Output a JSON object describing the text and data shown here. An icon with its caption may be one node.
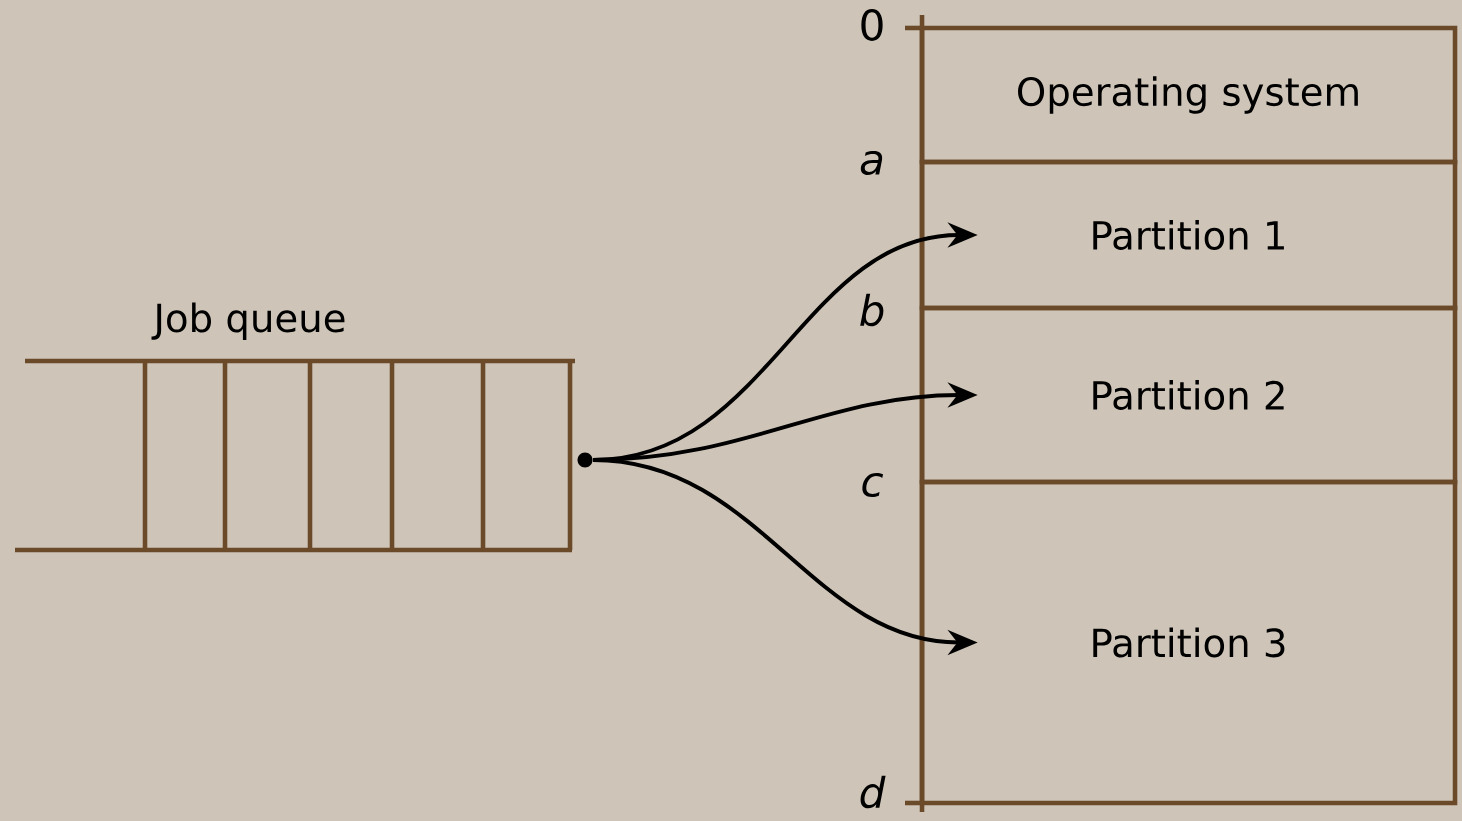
{
  "diagram": {
    "nodes": [
      {
        "text": [
          "Job queue"
        ]
      },
      {
        "text": [],
        "shape": "circle"
      },
      {
        "text": [
          "Operating system"
        ]
      },
      {
        "text": [
          "Partition 1"
        ]
      },
      {
        "text": [
          "Partition 2"
        ]
      },
      {
        "text": [
          "Partition 3"
        ]
      }
    ],
    "edges": [
      {
        "from": 1,
        "to": 3,
        "arrow": "to"
      },
      {
        "from": 1,
        "to": 4,
        "arrow": "to"
      },
      {
        "from": 1,
        "to": 5,
        "arrow": "to"
      }
    ],
    "labels": [
      "0",
      "a",
      "b",
      "c",
      "d"
    ]
  }
}
